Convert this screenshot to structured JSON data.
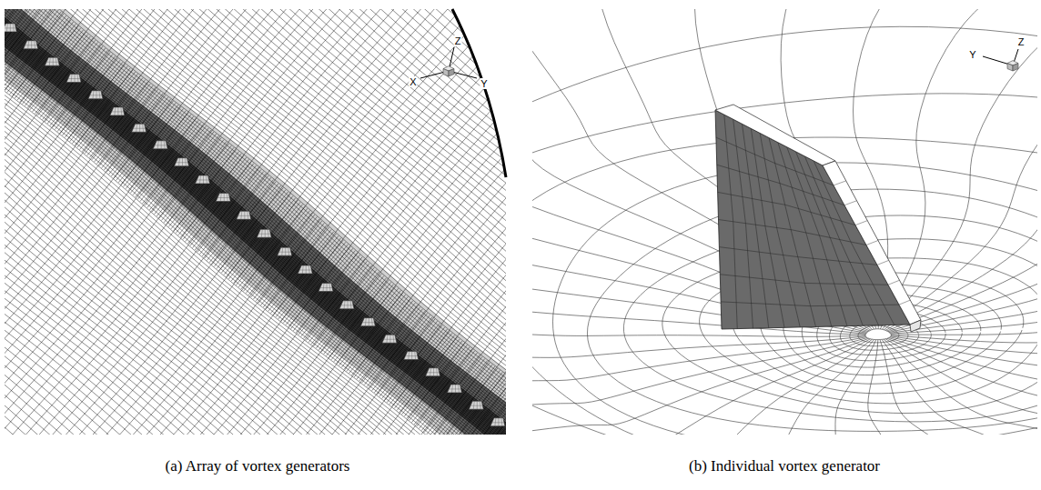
{
  "diagram": {
    "labels": [
      "Z",
      "X",
      "Y",
      "(a) Array of vortex generators",
      "Z",
      "Y",
      "(b) Individual vortex generator"
    ]
  }
}
